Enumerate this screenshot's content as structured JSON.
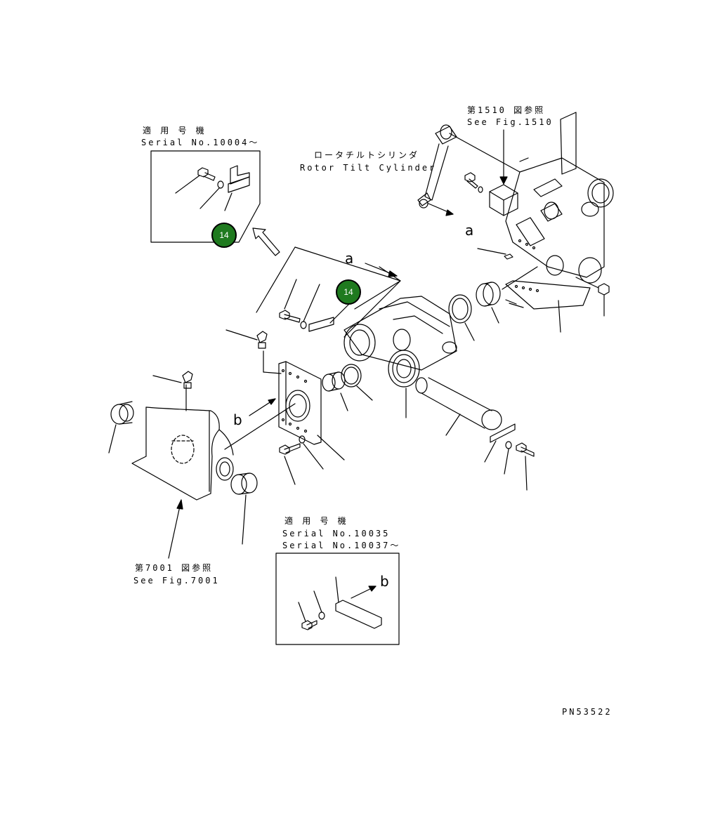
{
  "inset_top_left": {
    "header_jp": "適 用 号 機",
    "serial": "Serial No.10004〜"
  },
  "inset_bottom": {
    "header_jp": "適 用 号 機",
    "serial_a": "Serial No.10035",
    "serial_b": "Serial No.10037〜"
  },
  "fig1510": {
    "jp": "第1510 図参照",
    "en": "See Fig.1510"
  },
  "fig7001": {
    "jp": "第7001 図参照",
    "en": "See Fig.7001"
  },
  "rotor_tilt": {
    "jp": "ロータチルトシリンダ",
    "en": "Rotor Tilt Cylinder"
  },
  "letters": {
    "a_main": "a",
    "a_right": "a",
    "b_left": "b",
    "b_inset": "b"
  },
  "callouts": {
    "inset_part": "14",
    "main_part": "14"
  },
  "callout_color": "#1f7a1f",
  "drawing_number": "PN53522"
}
